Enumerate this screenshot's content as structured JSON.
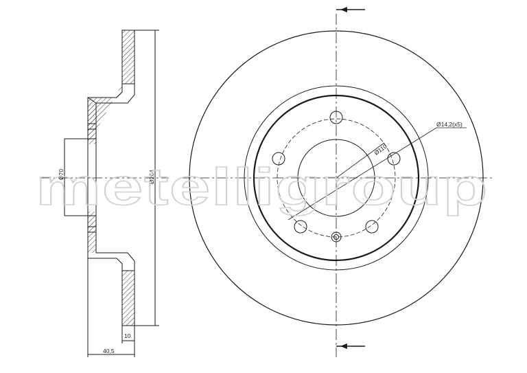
{
  "watermark": {
    "text": "metelligroup"
  },
  "dimensions": {
    "center_bore": "Ø70",
    "outer_diameter": "Ø264",
    "bolt_circle": "Ø110",
    "bolt_holes": "Ø14,2(x5)",
    "thickness": "10",
    "height": "40,5"
  },
  "colors": {
    "line": "#1a1a1a",
    "hatch": "#3a3a3a",
    "watermark": "#d2d2d2"
  }
}
